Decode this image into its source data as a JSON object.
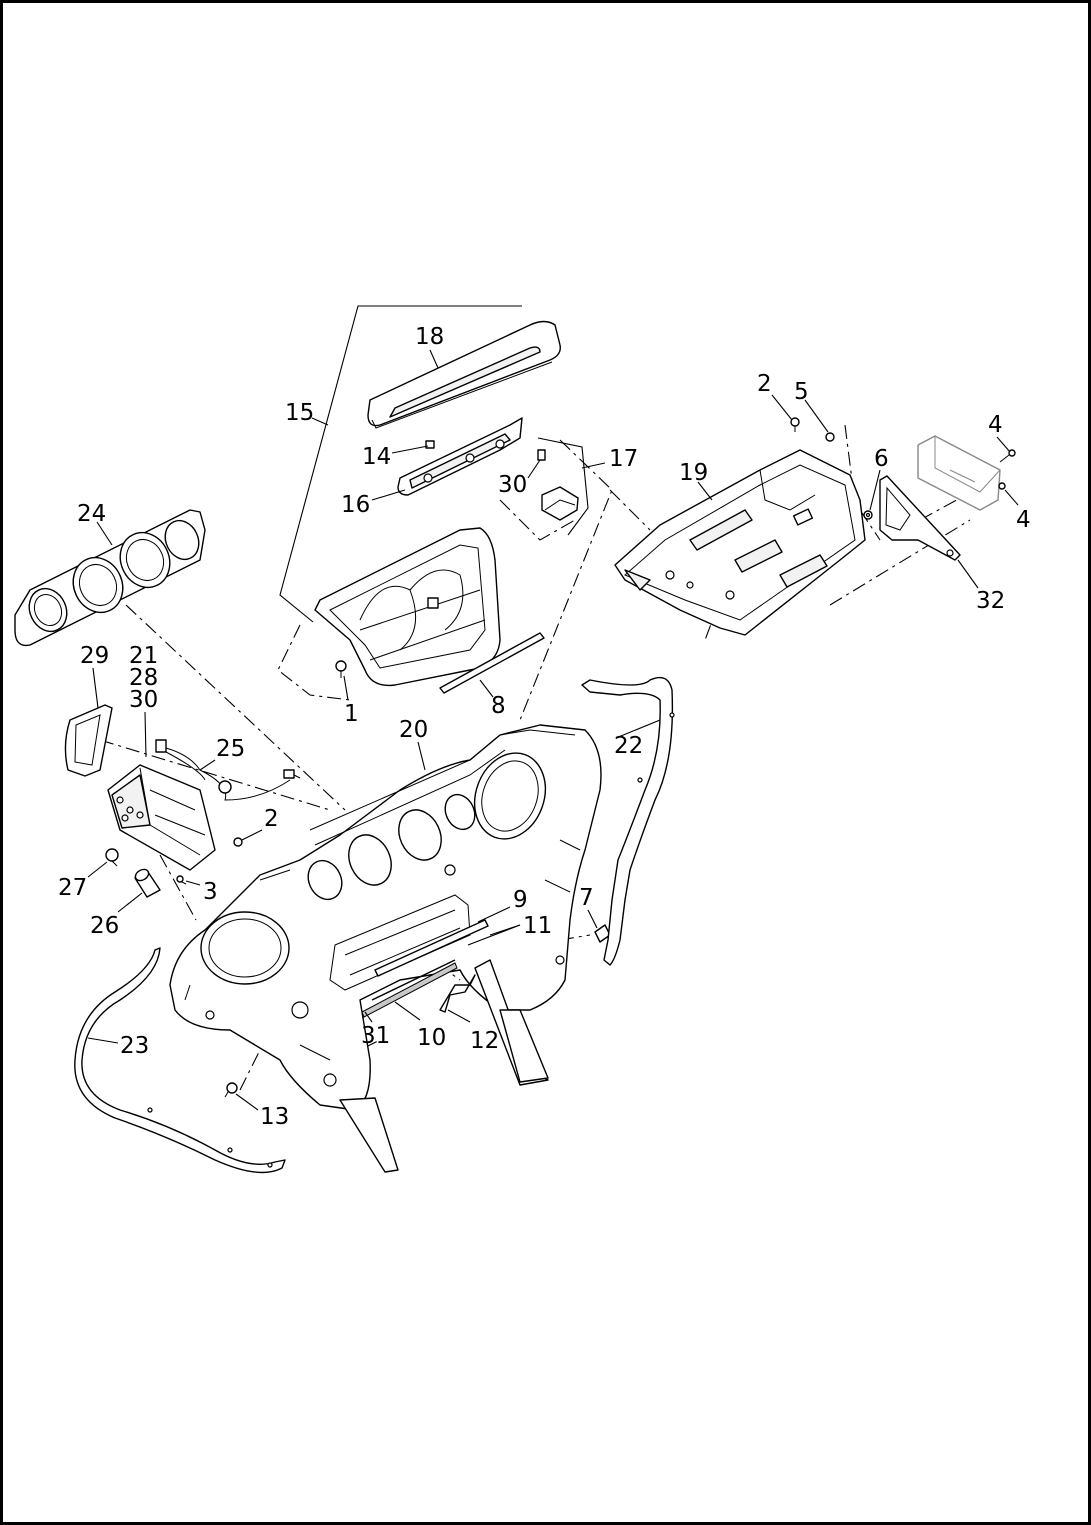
{
  "callouts": {
    "c1": "1",
    "c2a": "2",
    "c2b": "2",
    "c3": "3",
    "c4a": "4",
    "c4b": "4",
    "c5": "5",
    "c6": "6",
    "c7": "7",
    "c8": "8",
    "c9": "9",
    "c10": "10",
    "c11": "11",
    "c12": "12",
    "c13": "13",
    "c14": "14",
    "c15": "15",
    "c16": "16",
    "c17": "17",
    "c18": "18",
    "c19": "19",
    "c20": "20",
    "c21": "21",
    "c22": "22",
    "c23": "23",
    "c24": "24",
    "c25": "25",
    "c26": "26",
    "c27": "27",
    "c28": "28",
    "c29": "29",
    "c30a": "30",
    "c30b": "30",
    "c31": "31",
    "c32": "32"
  },
  "parts": [
    {
      "id": "inner-fairing",
      "callout": "20"
    },
    {
      "id": "gauge-bezel",
      "callout": "24"
    },
    {
      "id": "radio-support-bracket",
      "callout": "19"
    },
    {
      "id": "speaker-trim-top",
      "callout": "18"
    },
    {
      "id": "trim-strip",
      "callout": "8"
    },
    {
      "id": "weatherstrip-right",
      "callout": "22"
    },
    {
      "id": "weatherstrip-left",
      "callout": "23"
    },
    {
      "id": "mounting-bracket",
      "callout": "32"
    },
    {
      "id": "storage-bin",
      "callout": "21"
    },
    {
      "id": "wiring-harness",
      "callout": "25"
    }
  ]
}
